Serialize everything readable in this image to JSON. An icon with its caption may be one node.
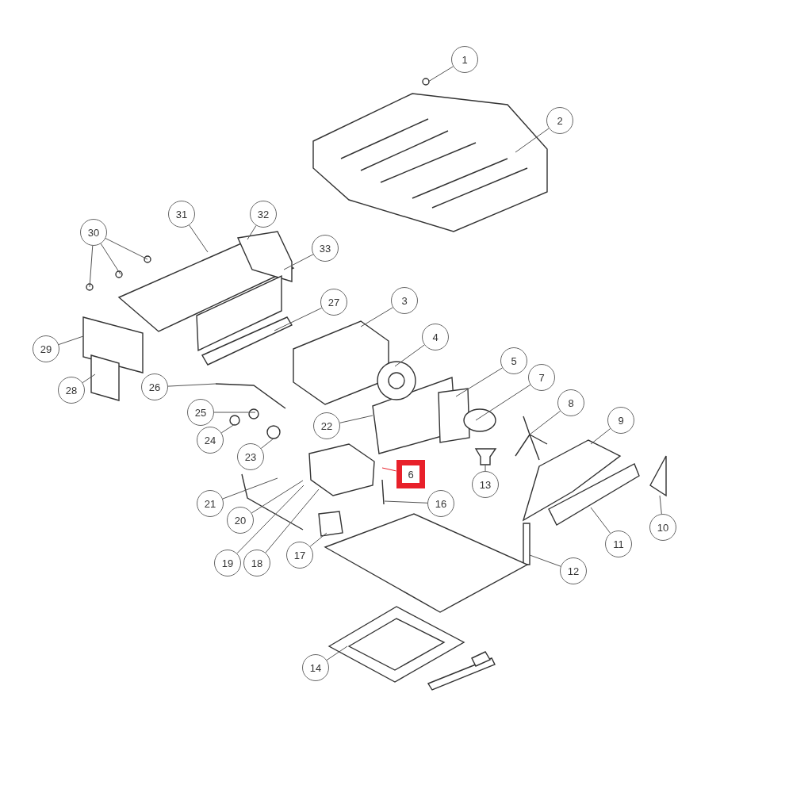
{
  "diagram": {
    "nodes": [
      {
        "text": [
          "1"
        ]
      },
      {
        "text": [
          "2"
        ]
      },
      {
        "text": [
          "3"
        ]
      },
      {
        "text": [
          "4"
        ]
      },
      {
        "text": [
          "5"
        ]
      },
      {
        "text": [
          "6"
        ]
      },
      {
        "text": [
          "7"
        ]
      },
      {
        "text": [
          "8"
        ]
      },
      {
        "text": [
          "9"
        ]
      },
      {
        "text": [
          "10"
        ]
      },
      {
        "text": [
          "11"
        ]
      },
      {
        "text": [
          "12"
        ]
      },
      {
        "text": [
          "13"
        ]
      },
      {
        "text": [
          "14"
        ]
      },
      {
        "text": [
          "16"
        ]
      },
      {
        "text": [
          "17"
        ]
      },
      {
        "text": [
          "18"
        ]
      },
      {
        "text": [
          "19"
        ]
      },
      {
        "text": [
          "20"
        ]
      },
      {
        "text": [
          "21"
        ]
      },
      {
        "text": [
          "22"
        ]
      },
      {
        "text": [
          "23"
        ]
      },
      {
        "text": [
          "24"
        ]
      },
      {
        "text": [
          "25"
        ]
      },
      {
        "text": [
          "26"
        ]
      },
      {
        "text": [
          "27"
        ]
      },
      {
        "text": [
          "28"
        ]
      },
      {
        "text": [
          "29"
        ]
      },
      {
        "text": [
          "30"
        ]
      },
      {
        "text": [
          "31"
        ]
      },
      {
        "text": [
          "32"
        ]
      },
      {
        "text": [
          "33"
        ]
      }
    ],
    "edges": [
      {
        "from": 0,
        "to": null,
        "arrow": "none"
      },
      {
        "from": 1,
        "to": null,
        "arrow": "none"
      },
      {
        "from": 2,
        "to": null,
        "arrow": "none"
      },
      {
        "from": 3,
        "to": null,
        "arrow": "none"
      },
      {
        "from": 4,
        "to": null,
        "arrow": "none"
      },
      {
        "from": 5,
        "to": null,
        "arrow": "none",
        "color": "#e8202a"
      },
      {
        "from": 6,
        "to": null,
        "arrow": "none"
      },
      {
        "from": 7,
        "to": null,
        "arrow": "none"
      },
      {
        "from": 8,
        "to": null,
        "arrow": "none"
      },
      {
        "from": 9,
        "to": null,
        "arrow": "none"
      },
      {
        "from": 10,
        "to": null,
        "arrow": "none"
      },
      {
        "from": 11,
        "to": null,
        "arrow": "none"
      },
      {
        "from": 12,
        "to": null,
        "arrow": "none"
      },
      {
        "from": 13,
        "to": null,
        "arrow": "none"
      },
      {
        "from": 14,
        "to": null,
        "arrow": "none"
      },
      {
        "from": 15,
        "to": null,
        "arrow": "none"
      },
      {
        "from": 16,
        "to": null,
        "arrow": "none"
      },
      {
        "from": 17,
        "to": null,
        "arrow": "none"
      },
      {
        "from": 18,
        "to": null,
        "arrow": "none"
      },
      {
        "from": 19,
        "to": null,
        "arrow": "none"
      },
      {
        "from": 20,
        "to": null,
        "arrow": "none"
      },
      {
        "from": 21,
        "to": null,
        "arrow": "none"
      },
      {
        "from": 22,
        "to": null,
        "arrow": "none"
      },
      {
        "from": 23,
        "to": null,
        "arrow": "none"
      },
      {
        "from": 24,
        "to": null,
        "arrow": "none"
      },
      {
        "from": 25,
        "to": null,
        "arrow": "none"
      },
      {
        "from": 26,
        "to": null,
        "arrow": "none"
      },
      {
        "from": 27,
        "to": null,
        "arrow": "none"
      },
      {
        "from": 28,
        "to": null,
        "arrow": "none"
      },
      {
        "from": 28,
        "to": null,
        "arrow": "none"
      },
      {
        "from": 28,
        "to": null,
        "arrow": "none"
      },
      {
        "from": 29,
        "to": null,
        "arrow": "none"
      },
      {
        "from": 30,
        "to": null,
        "arrow": "none"
      },
      {
        "from": 31,
        "to": null,
        "arrow": "none"
      }
    ]
  }
}
